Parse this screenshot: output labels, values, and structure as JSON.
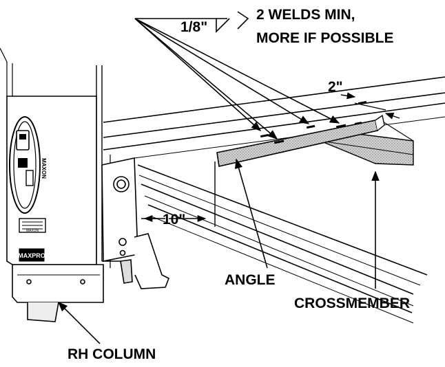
{
  "labels": {
    "weld_size": "1/8\"",
    "weld_note_line1": "2 WELDS MIN,",
    "weld_note_line2": "MORE IF POSSIBLE",
    "dim_2": "2\"",
    "dim_10": "10\"",
    "angle": "ANGLE",
    "crossmember": "CROSSMEMBER",
    "rh_column": "RH COLUMN"
  },
  "column_decals": {
    "brand_vertical": "MAXON",
    "plate_text": "MAXON",
    "maxpro": "MAXPRO"
  }
}
